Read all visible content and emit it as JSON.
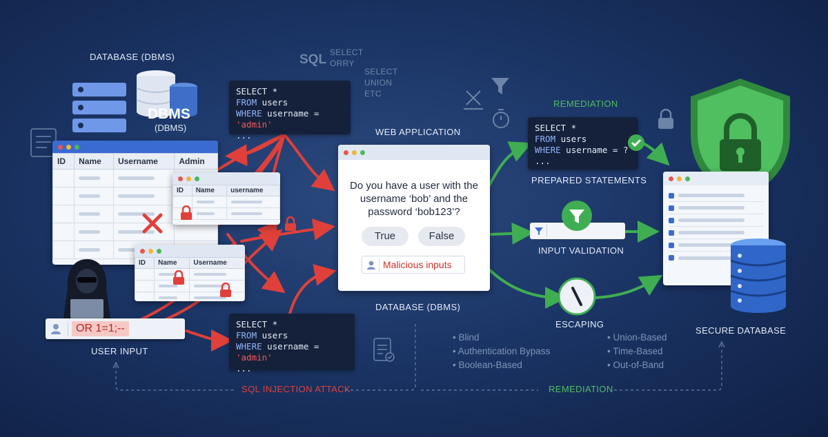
{
  "labels": {
    "db_top": "DATABASE (DBMS)",
    "dbms_title": "DBMS",
    "dbms_sub": "(DBMS)",
    "web_app": "WEB APPLICATION",
    "db_mid": "DATABASE (DBMS)",
    "remediation_top": "REMEDIATION",
    "prepared": "PREPARED STATEMENTS",
    "validation": "INPUT VALIDATION",
    "escaping": "ESCAPING",
    "secure_db": "SECURE DATABASE",
    "user_input": "USER INPUT",
    "attack": "SQL INJECTION ATTACK",
    "remediation_bottom": "REMEDIATION"
  },
  "faint_sql": {
    "sql": "SQL",
    "a1": "SELECT",
    "a2": "ORRY",
    "b1": "SELECT",
    "b2": "UNION",
    "b3": "ETC"
  },
  "code_top": {
    "l1": "SELECT *",
    "l2a": "FROM",
    "l2b": " users",
    "l3a": "WHERE",
    "l3b": " username = ",
    "l3c": "'admin'",
    "l4": "..."
  },
  "code_bottom": {
    "l1": "SELECT *",
    "l2a": "FROM",
    "l2b": " users",
    "l3a": "WHERE",
    "l3b": " username = ",
    "l3c": "'admin'",
    "l4": "..."
  },
  "code_prepared": {
    "l1": "SELECT *",
    "l2a": "FROM",
    "l2b": " users",
    "l3a": "WHERE",
    "l3b": " username = ?",
    "l4": "..."
  },
  "big_table": {
    "headers": [
      "ID",
      "Name",
      "Username",
      "Admin"
    ]
  },
  "small_table_a": {
    "headers": [
      "ID",
      "Name",
      "username"
    ]
  },
  "small_table_b": {
    "headers": [
      "ID",
      "Name",
      "Username"
    ]
  },
  "question": "Do you have a user with the username ‘bob’ and the password ‘bob123’?",
  "btn_true": "True",
  "btn_false": "False",
  "malicious": "Malicious inputs",
  "user_input_value": "OR 1=1;--",
  "types_left": [
    "Blind",
    "Authentication Bypass",
    "Boolean-Based"
  ],
  "types_right": [
    "Union-Based",
    "Time-Based",
    "Out-of-Band"
  ],
  "colors": {
    "attack": "#e0403a",
    "remediation": "#3fae52",
    "accent": "#3a6bd1"
  }
}
